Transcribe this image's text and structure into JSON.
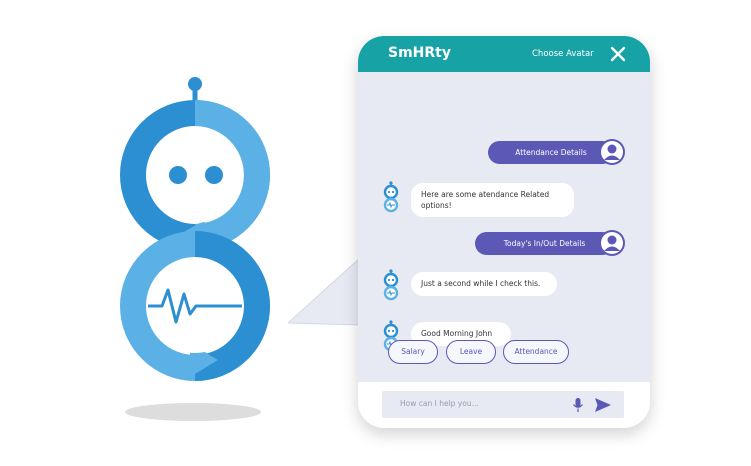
{
  "header": {
    "brand": "SmHRty",
    "choose_avatar": "Choose Avatar"
  },
  "messages": [
    {
      "from": "user",
      "text": "Attendance Details"
    },
    {
      "from": "bot",
      "line1": "Here are some atendance Related",
      "line2": "options!"
    },
    {
      "from": "user",
      "text": "Today's In/Out Details"
    },
    {
      "from": "bot",
      "text": "Just a second while I check this."
    },
    {
      "from": "bot",
      "text": "Good Morning John"
    }
  ],
  "quick_replies": [
    "Salary",
    "Leave",
    "Attendance"
  ],
  "input": {
    "placeholder": "How can I help you..."
  },
  "colors": {
    "header": "#17a3a6",
    "accent": "#5b58b6",
    "chat_background": "#e7e9f3",
    "mascot_dark": "#2b8fd2",
    "mascot_light": "#5bb1e6"
  },
  "icons": [
    "robot-mascot",
    "close-icon",
    "user-avatar-icon",
    "bot-avatar-icon",
    "microphone-icon",
    "send-icon"
  ]
}
